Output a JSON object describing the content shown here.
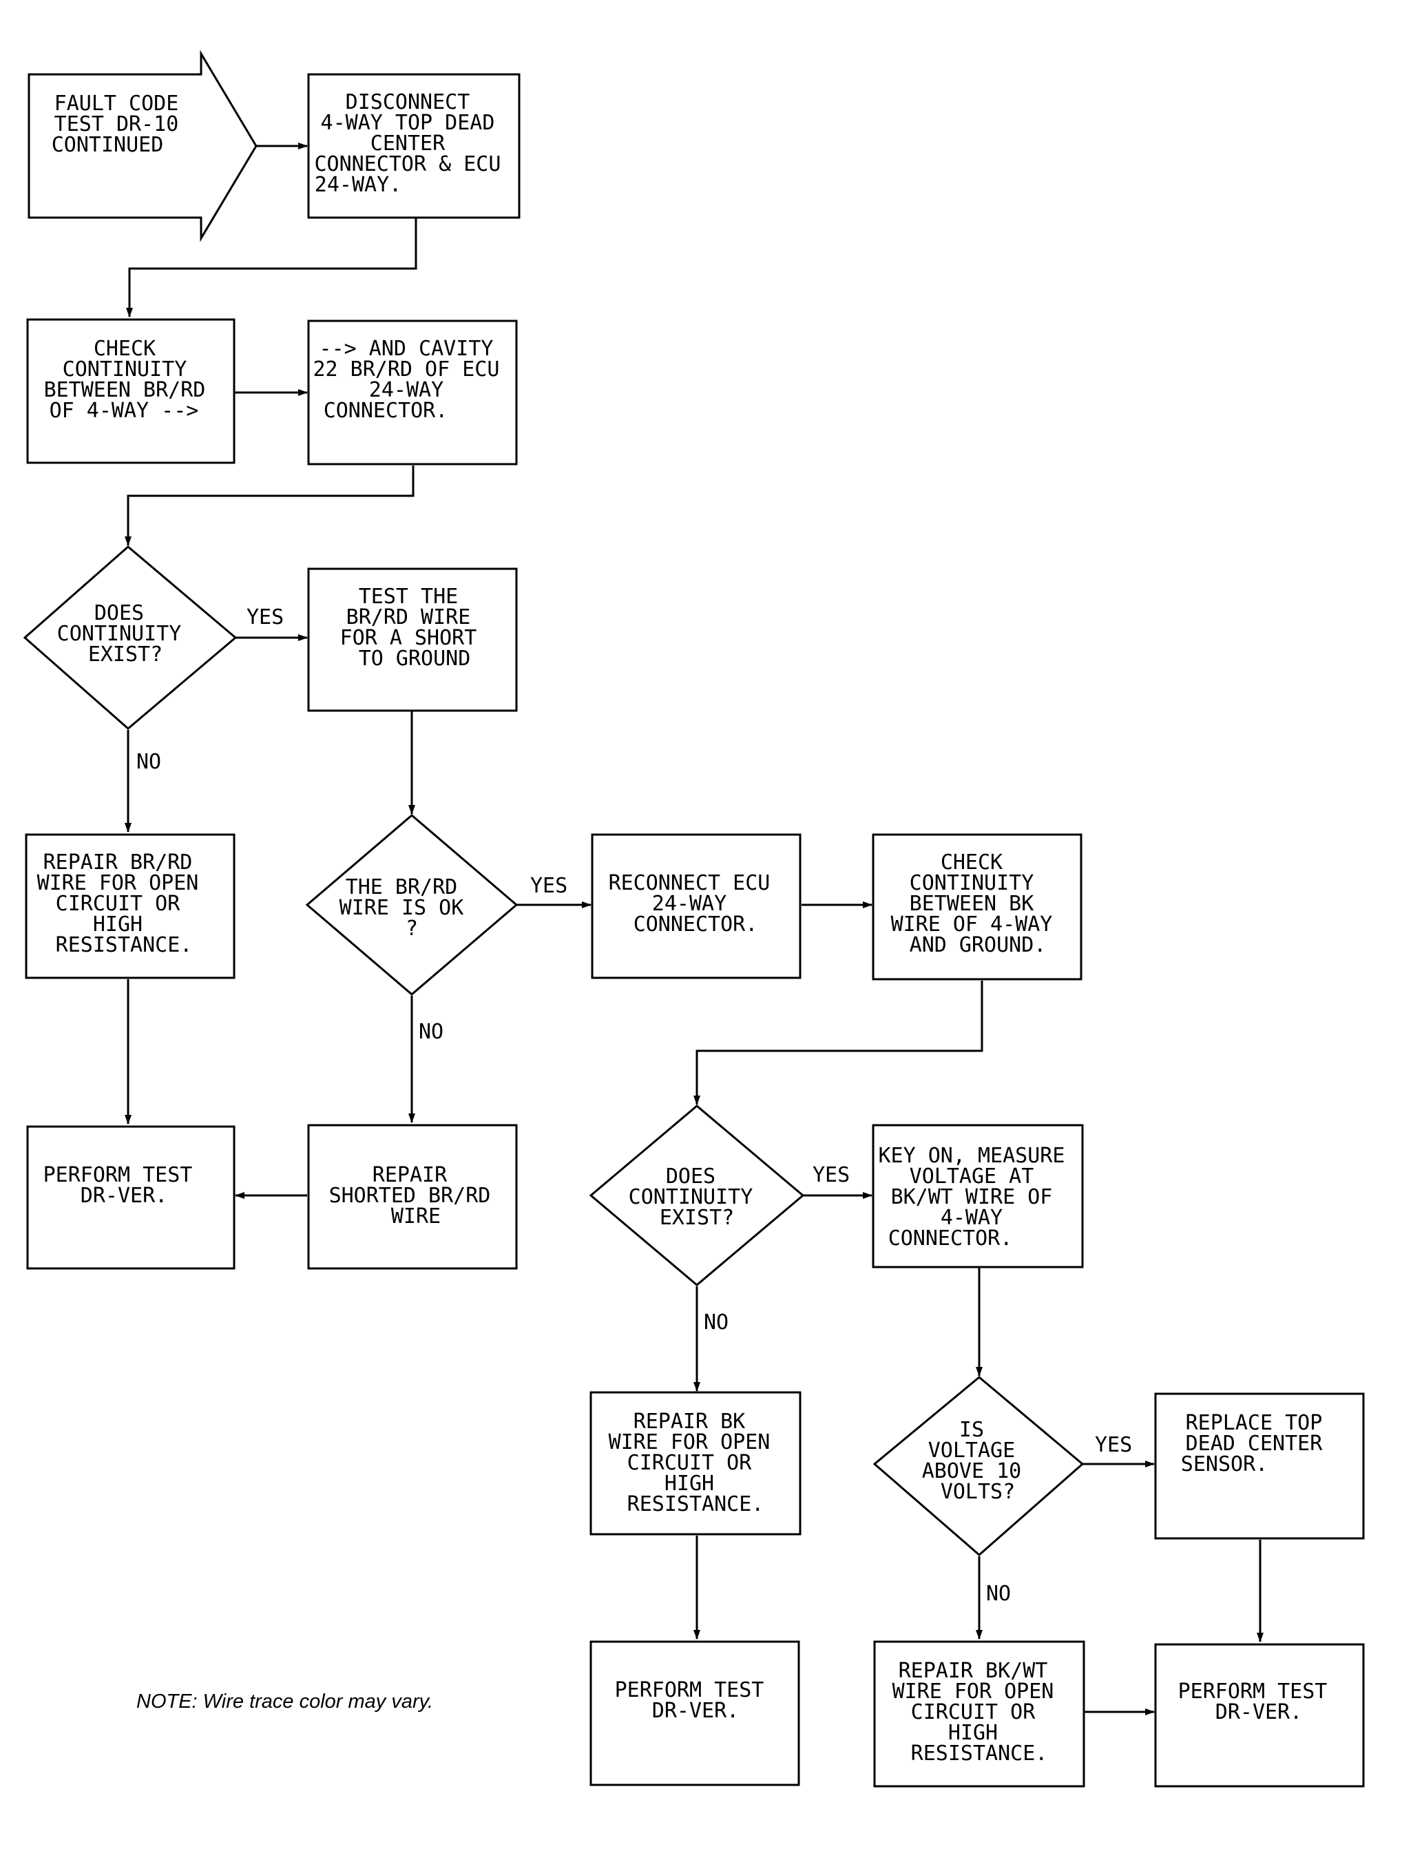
{
  "start": {
    "lines": [
      "FAULT CODE",
      "TEST DR-10",
      "CONTINUED"
    ]
  },
  "nodes": {
    "disconnect": {
      "lines": [
        "DISCONNECT",
        "4-WAY TOP DEAD",
        "CENTER",
        "CONNECTOR & ECU",
        "24-WAY."
      ]
    },
    "check_brrd": {
      "lines": [
        "CHECK",
        "CONTINUITY",
        "BETWEEN BR/RD",
        "OF 4-WAY -->"
      ]
    },
    "cavity": {
      "lines": [
        "--> AND CAVITY",
        "22 BR/RD OF ECU",
        "24-WAY",
        "CONNECTOR."
      ]
    },
    "d_continuity1": {
      "lines": [
        "DOES",
        "CONTINUITY",
        "EXIST?"
      ]
    },
    "test_brrd": {
      "lines": [
        "TEST THE",
        "BR/RD WIRE",
        "FOR A SHORT",
        "TO GROUND"
      ]
    },
    "repair_brrd_open": {
      "lines": [
        "REPAIR BR/RD",
        "WIRE FOR OPEN",
        "CIRCUIT OR",
        "HIGH",
        "RESISTANCE."
      ]
    },
    "d_brrd_ok": {
      "lines": [
        "THE BR/RD",
        "WIRE IS OK",
        "?"
      ]
    },
    "reconnect": {
      "lines": [
        "RECONNECT ECU",
        "24-WAY",
        "CONNECTOR."
      ]
    },
    "check_bk": {
      "lines": [
        "CHECK",
        "CONTINUITY",
        "BETWEEN BK",
        "WIRE OF 4-WAY",
        "AND GROUND."
      ]
    },
    "perform1": {
      "lines": [
        "PERFORM TEST",
        "DR-VER."
      ]
    },
    "repair_shorted": {
      "lines": [
        "REPAIR",
        "SHORTED BR/RD",
        "WIRE"
      ]
    },
    "d_continuity2": {
      "lines": [
        "DOES",
        "CONTINUITY",
        "EXIST?"
      ]
    },
    "key_on": {
      "lines": [
        "KEY ON, MEASURE",
        "VOLTAGE AT",
        "BK/WT WIRE OF",
        "4-WAY",
        "CONNECTOR."
      ]
    },
    "repair_bk": {
      "lines": [
        "REPAIR BK",
        "WIRE FOR OPEN",
        "CIRCUIT OR",
        "HIGH",
        "RESISTANCE."
      ]
    },
    "d_voltage": {
      "lines": [
        "IS",
        "VOLTAGE",
        "ABOVE 10",
        "VOLTS?"
      ]
    },
    "replace_tdc": {
      "lines": [
        "REPLACE TOP",
        "DEAD CENTER",
        "SENSOR."
      ]
    },
    "perform2": {
      "lines": [
        "PERFORM TEST",
        "DR-VER."
      ]
    },
    "repair_bkwt": {
      "lines": [
        "REPAIR BK/WT",
        "WIRE FOR OPEN",
        "CIRCUIT OR",
        "HIGH",
        "RESISTANCE."
      ]
    },
    "perform3": {
      "lines": [
        "PERFORM TEST",
        "DR-VER."
      ]
    }
  },
  "labels": {
    "yes": "YES",
    "no": "NO"
  },
  "note": "NOTE: Wire trace color may vary."
}
